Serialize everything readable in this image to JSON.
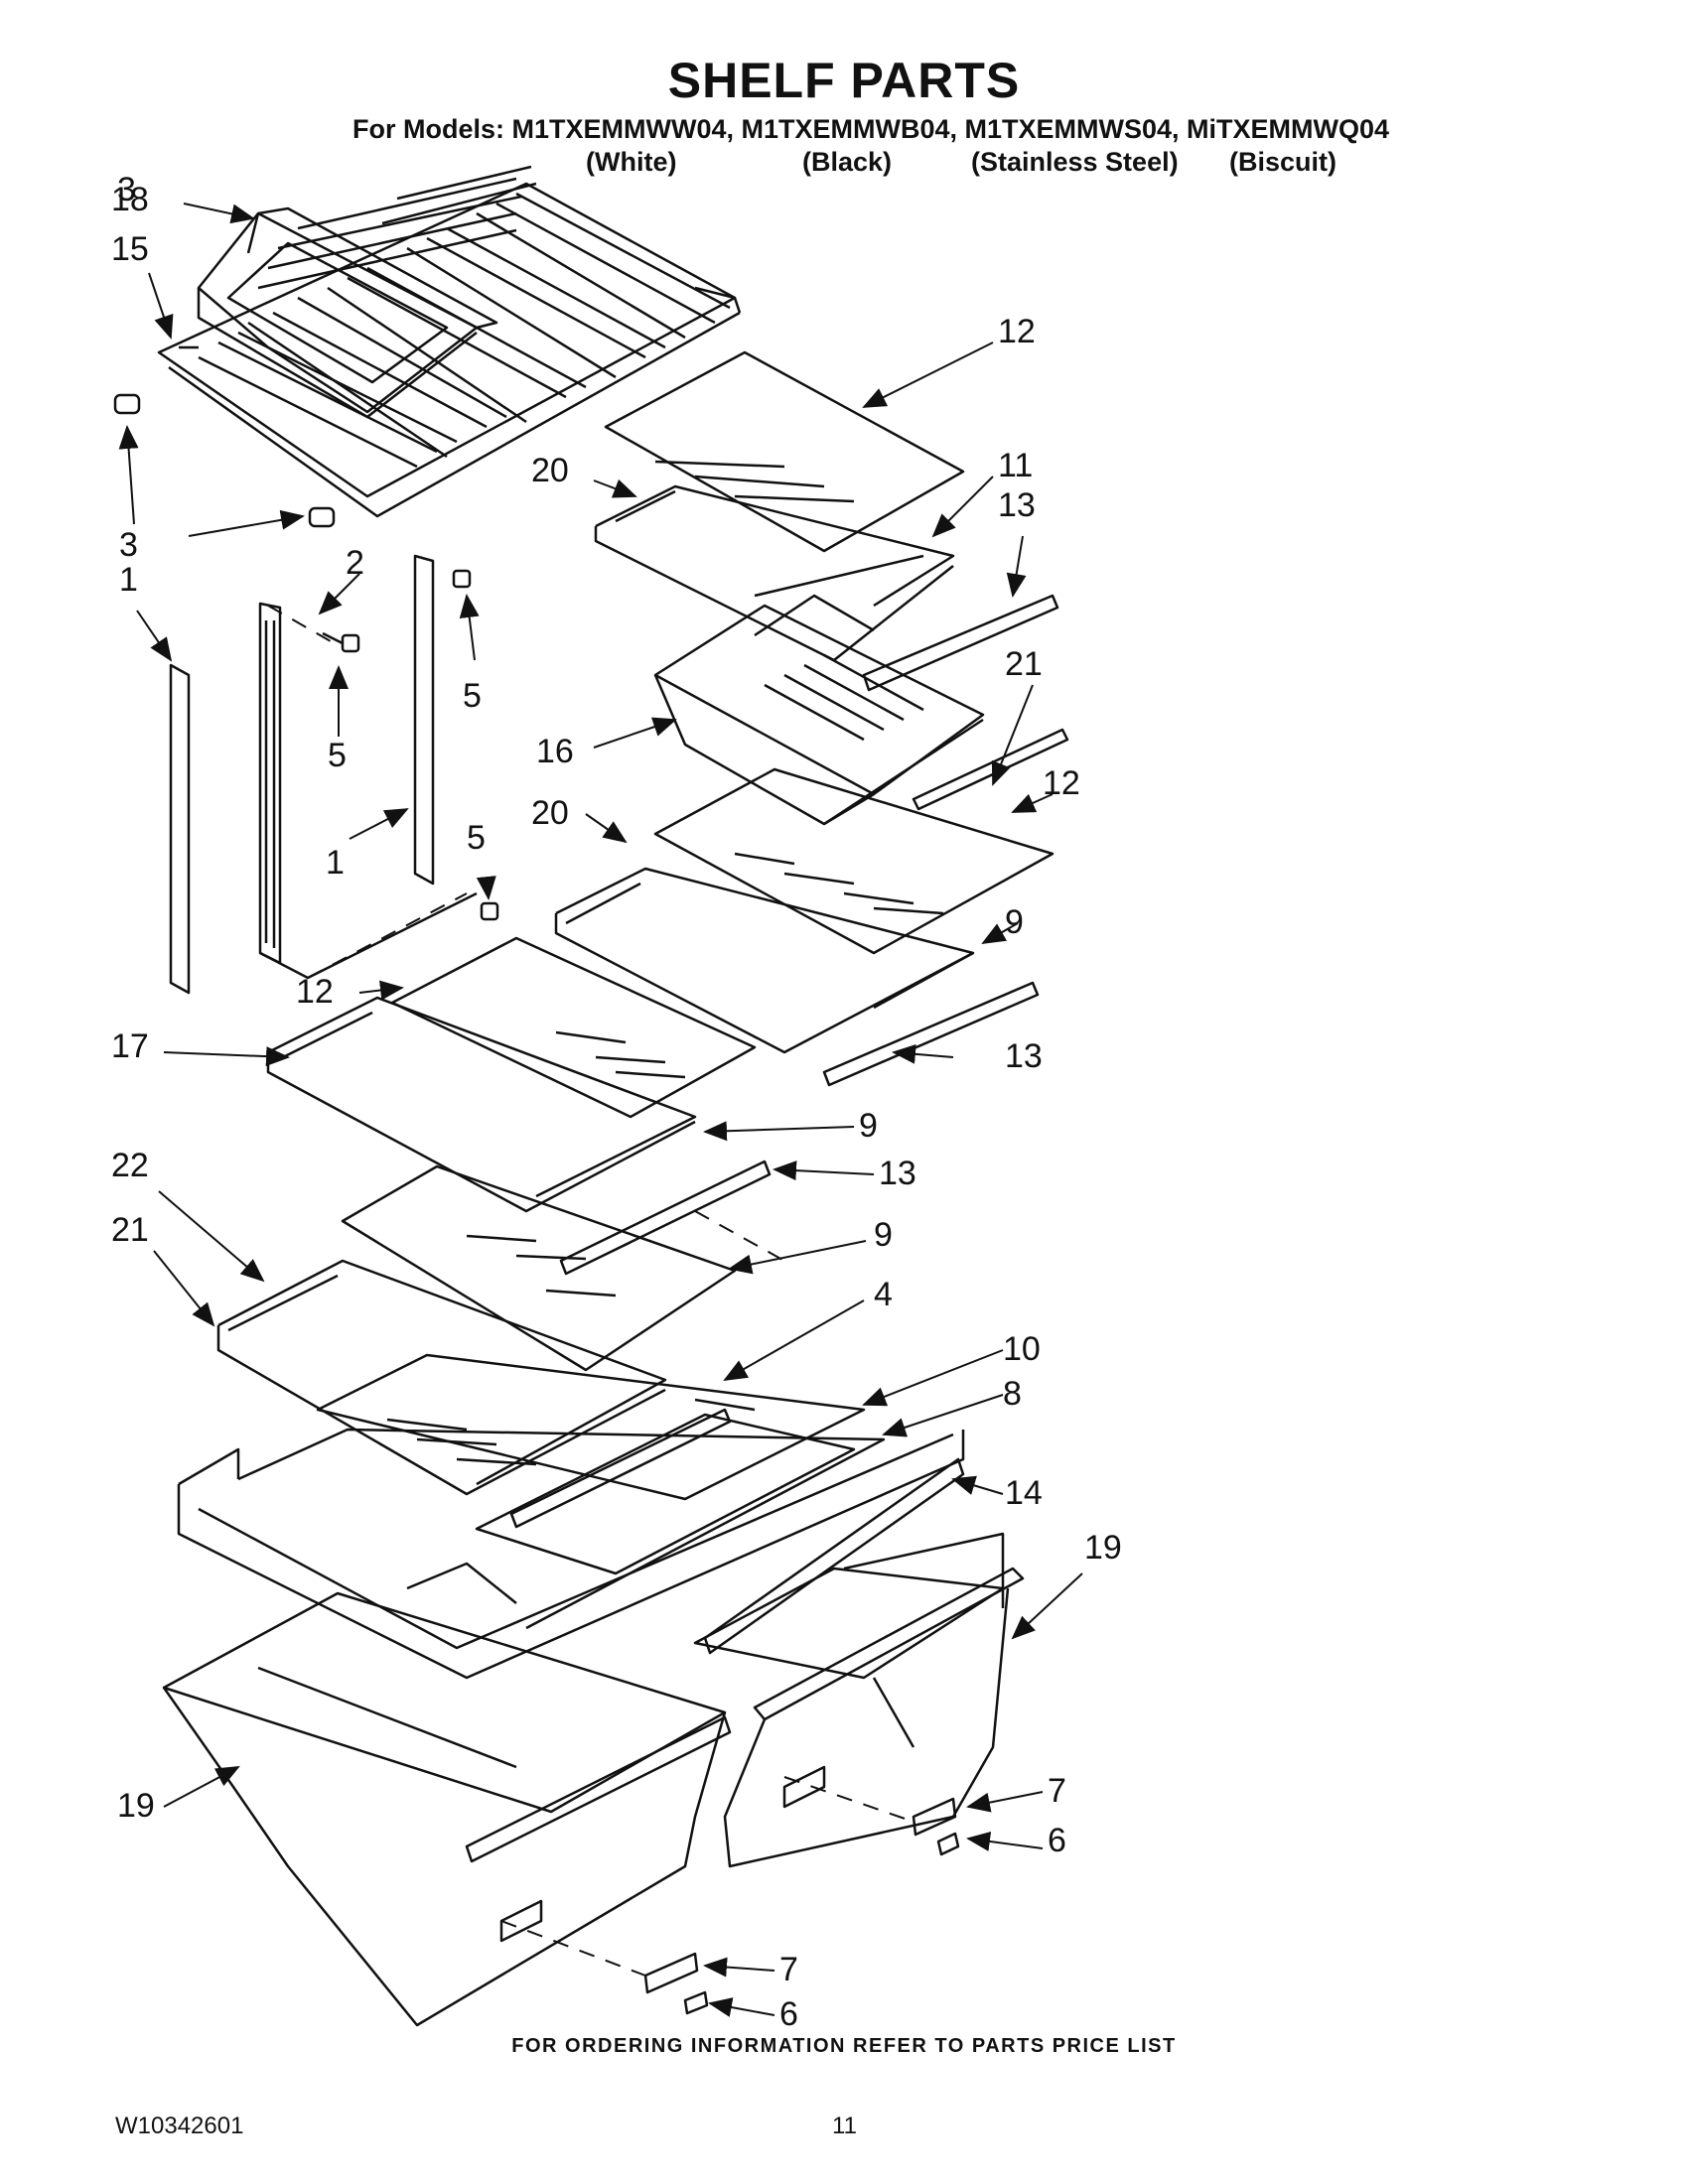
{
  "title": "SHELF PARTS",
  "models_line": "For Models: M1TXEMMWW04, M1TXEMMWB04, M1TXEMMWS04, MiTXEMMWQ04",
  "variants": [
    "(White)",
    "(Black)",
    "(Stainless Steel)",
    "(Biscuit)"
  ],
  "callouts": [
    "18",
    "15",
    "3",
    "3",
    "12",
    "20",
    "11",
    "13",
    "1",
    "2",
    "5",
    "5",
    "16",
    "21",
    "12",
    "20",
    "5",
    "1",
    "9",
    "12",
    "17",
    "13",
    "9",
    "13",
    "22",
    "21",
    "9",
    "4",
    "10",
    "8",
    "14",
    "19",
    "19",
    "7",
    "6",
    "7",
    "6"
  ],
  "footer_note": "FOR ORDERING INFORMATION REFER TO PARTS PRICE LIST",
  "doc_number": "W10342601",
  "page_number": "11"
}
